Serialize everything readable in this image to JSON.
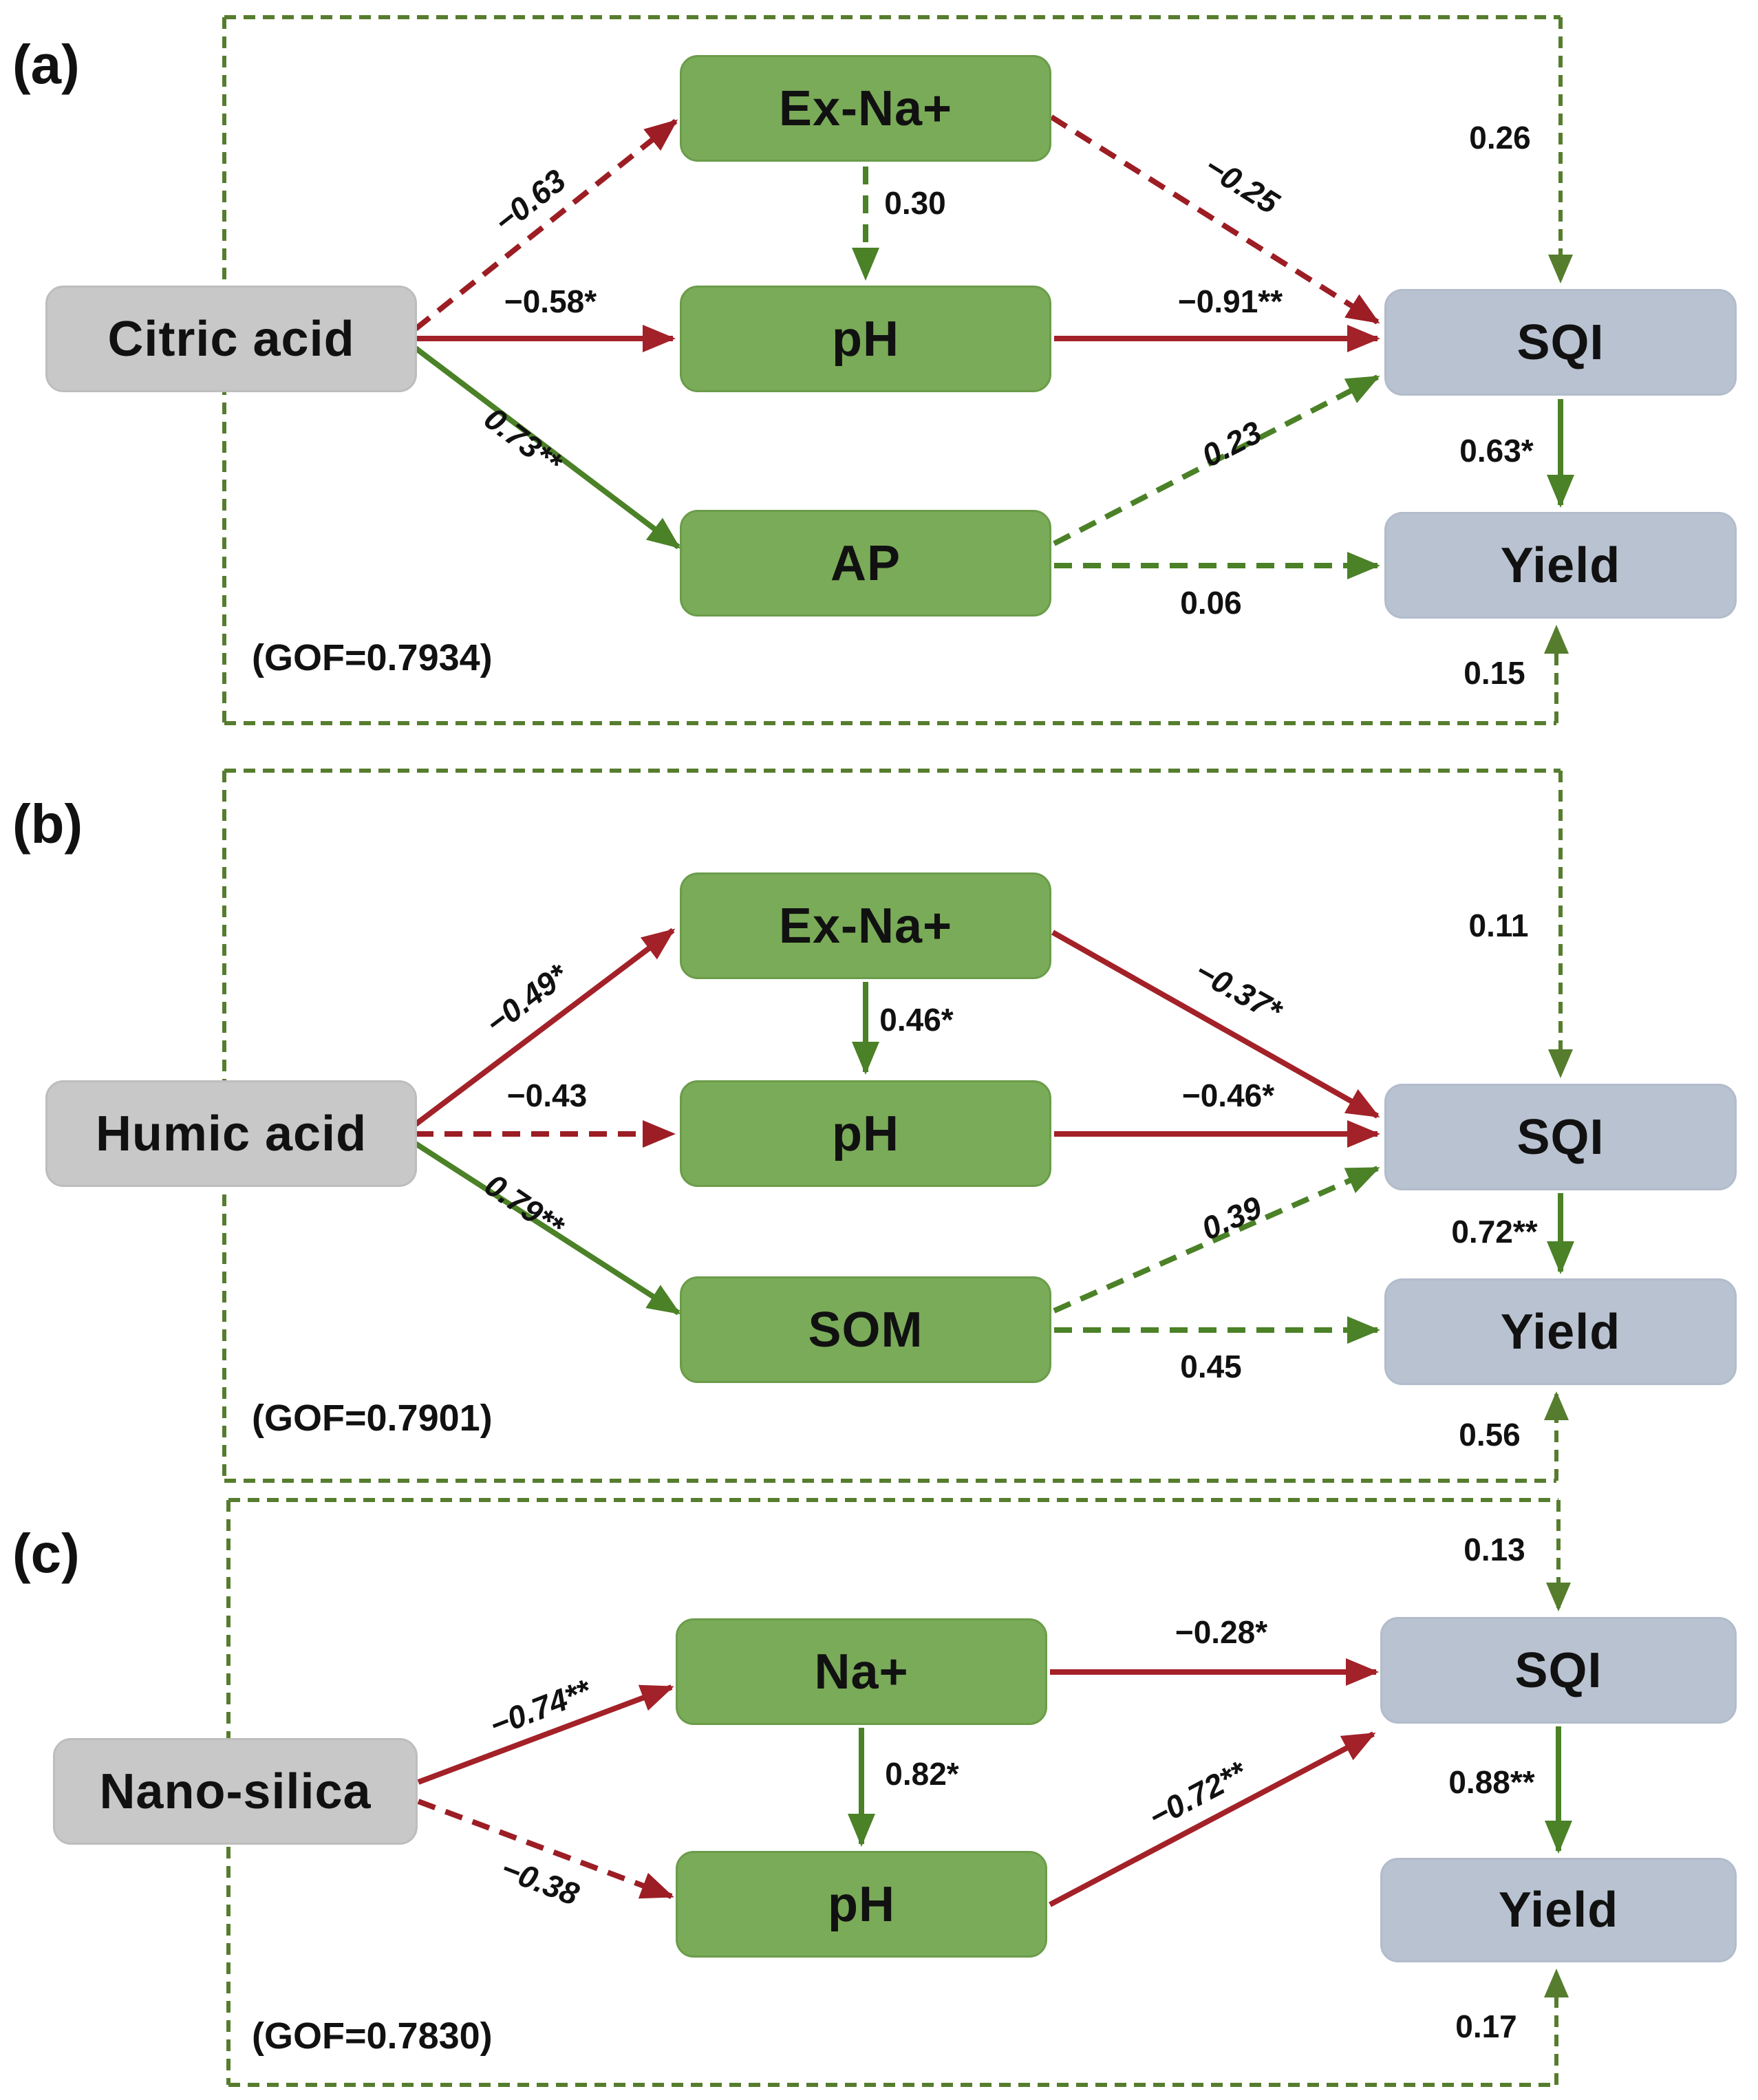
{
  "colors": {
    "mediator_box_fill": "#7aab58",
    "source_box_fill": "#c8c8c8",
    "outcome_box_fill": "#b9c2d0",
    "negative_arrow_red": "#a32128",
    "positive_arrow_green": "#4b8127",
    "feedback_dashed_green": "#567d2e"
  },
  "panels": [
    {
      "label": "(a)",
      "gof": "(GOF=0.7934)",
      "source": "Citric acid",
      "m1": "Ex-Na+",
      "m2": "pH",
      "m3": "AP",
      "sqi": "SQI",
      "yield": "Yield",
      "edges": {
        "source_m1": {
          "value": "−0.63",
          "style": "dashed",
          "color": "red"
        },
        "source_m2": {
          "value": "−0.58*",
          "style": "solid",
          "color": "red"
        },
        "source_m3": {
          "value": "0.73**",
          "style": "solid",
          "color": "green"
        },
        "m1_m2": {
          "value": "0.30",
          "style": "dashed",
          "color": "green"
        },
        "m1_sqi": {
          "value": "−0.25",
          "style": "dashed",
          "color": "red"
        },
        "m2_sqi": {
          "value": "−0.91**",
          "style": "solid",
          "color": "red"
        },
        "m3_sqi": {
          "value": "0.23",
          "style": "dashed",
          "color": "green"
        },
        "m3_yield": {
          "value": "0.06",
          "style": "dashed",
          "color": "green"
        },
        "sqi_yield": {
          "value": "0.63*",
          "style": "solid",
          "color": "green"
        },
        "direct_sqi": {
          "value": "0.26",
          "style": "dashed",
          "color": "green"
        },
        "direct_yield": {
          "value": "0.15",
          "style": "dashed",
          "color": "green"
        }
      }
    },
    {
      "label": "(b)",
      "gof": "(GOF=0.7901)",
      "source": "Humic acid",
      "m1": "Ex-Na+",
      "m2": "pH",
      "m3": "SOM",
      "sqi": "SQI",
      "yield": "Yield",
      "edges": {
        "source_m1": {
          "value": "−0.49*",
          "style": "solid",
          "color": "red"
        },
        "source_m2": {
          "value": "−0.43",
          "style": "dashed",
          "color": "red"
        },
        "source_m3": {
          "value": "0.79**",
          "style": "solid",
          "color": "green"
        },
        "m1_m2": {
          "value": "0.46*",
          "style": "solid",
          "color": "green"
        },
        "m1_sqi": {
          "value": "−0.37*",
          "style": "solid",
          "color": "red"
        },
        "m2_sqi": {
          "value": "−0.46*",
          "style": "solid",
          "color": "red"
        },
        "m3_sqi": {
          "value": "0.39",
          "style": "dashed",
          "color": "green"
        },
        "m3_yield": {
          "value": "0.45",
          "style": "dashed",
          "color": "green"
        },
        "sqi_yield": {
          "value": "0.72**",
          "style": "solid",
          "color": "green"
        },
        "direct_sqi": {
          "value": "0.11",
          "style": "dashed",
          "color": "green"
        },
        "direct_yield": {
          "value": "0.56",
          "style": "dashed",
          "color": "green"
        }
      }
    },
    {
      "label": "(c)",
      "gof": "(GOF=0.7830)",
      "source": "Nano-silica",
      "m1": "Na+",
      "m2": "pH",
      "sqi": "SQI",
      "yield": "Yield",
      "edges": {
        "source_m1": {
          "value": "−0.74**",
          "style": "solid",
          "color": "red"
        },
        "source_m2": {
          "value": "−0.38",
          "style": "dashed",
          "color": "red"
        },
        "m1_m2": {
          "value": "0.82*",
          "style": "solid",
          "color": "green"
        },
        "m1_sqi": {
          "value": "−0.28*",
          "style": "solid",
          "color": "red"
        },
        "m2_sqi": {
          "value": "−0.72**",
          "style": "solid",
          "color": "red"
        },
        "sqi_yield": {
          "value": "0.88**",
          "style": "solid",
          "color": "green"
        },
        "direct_sqi": {
          "value": "0.13",
          "style": "dashed",
          "color": "green"
        },
        "direct_yield": {
          "value": "0.17",
          "style": "dashed",
          "color": "green"
        }
      }
    }
  ]
}
